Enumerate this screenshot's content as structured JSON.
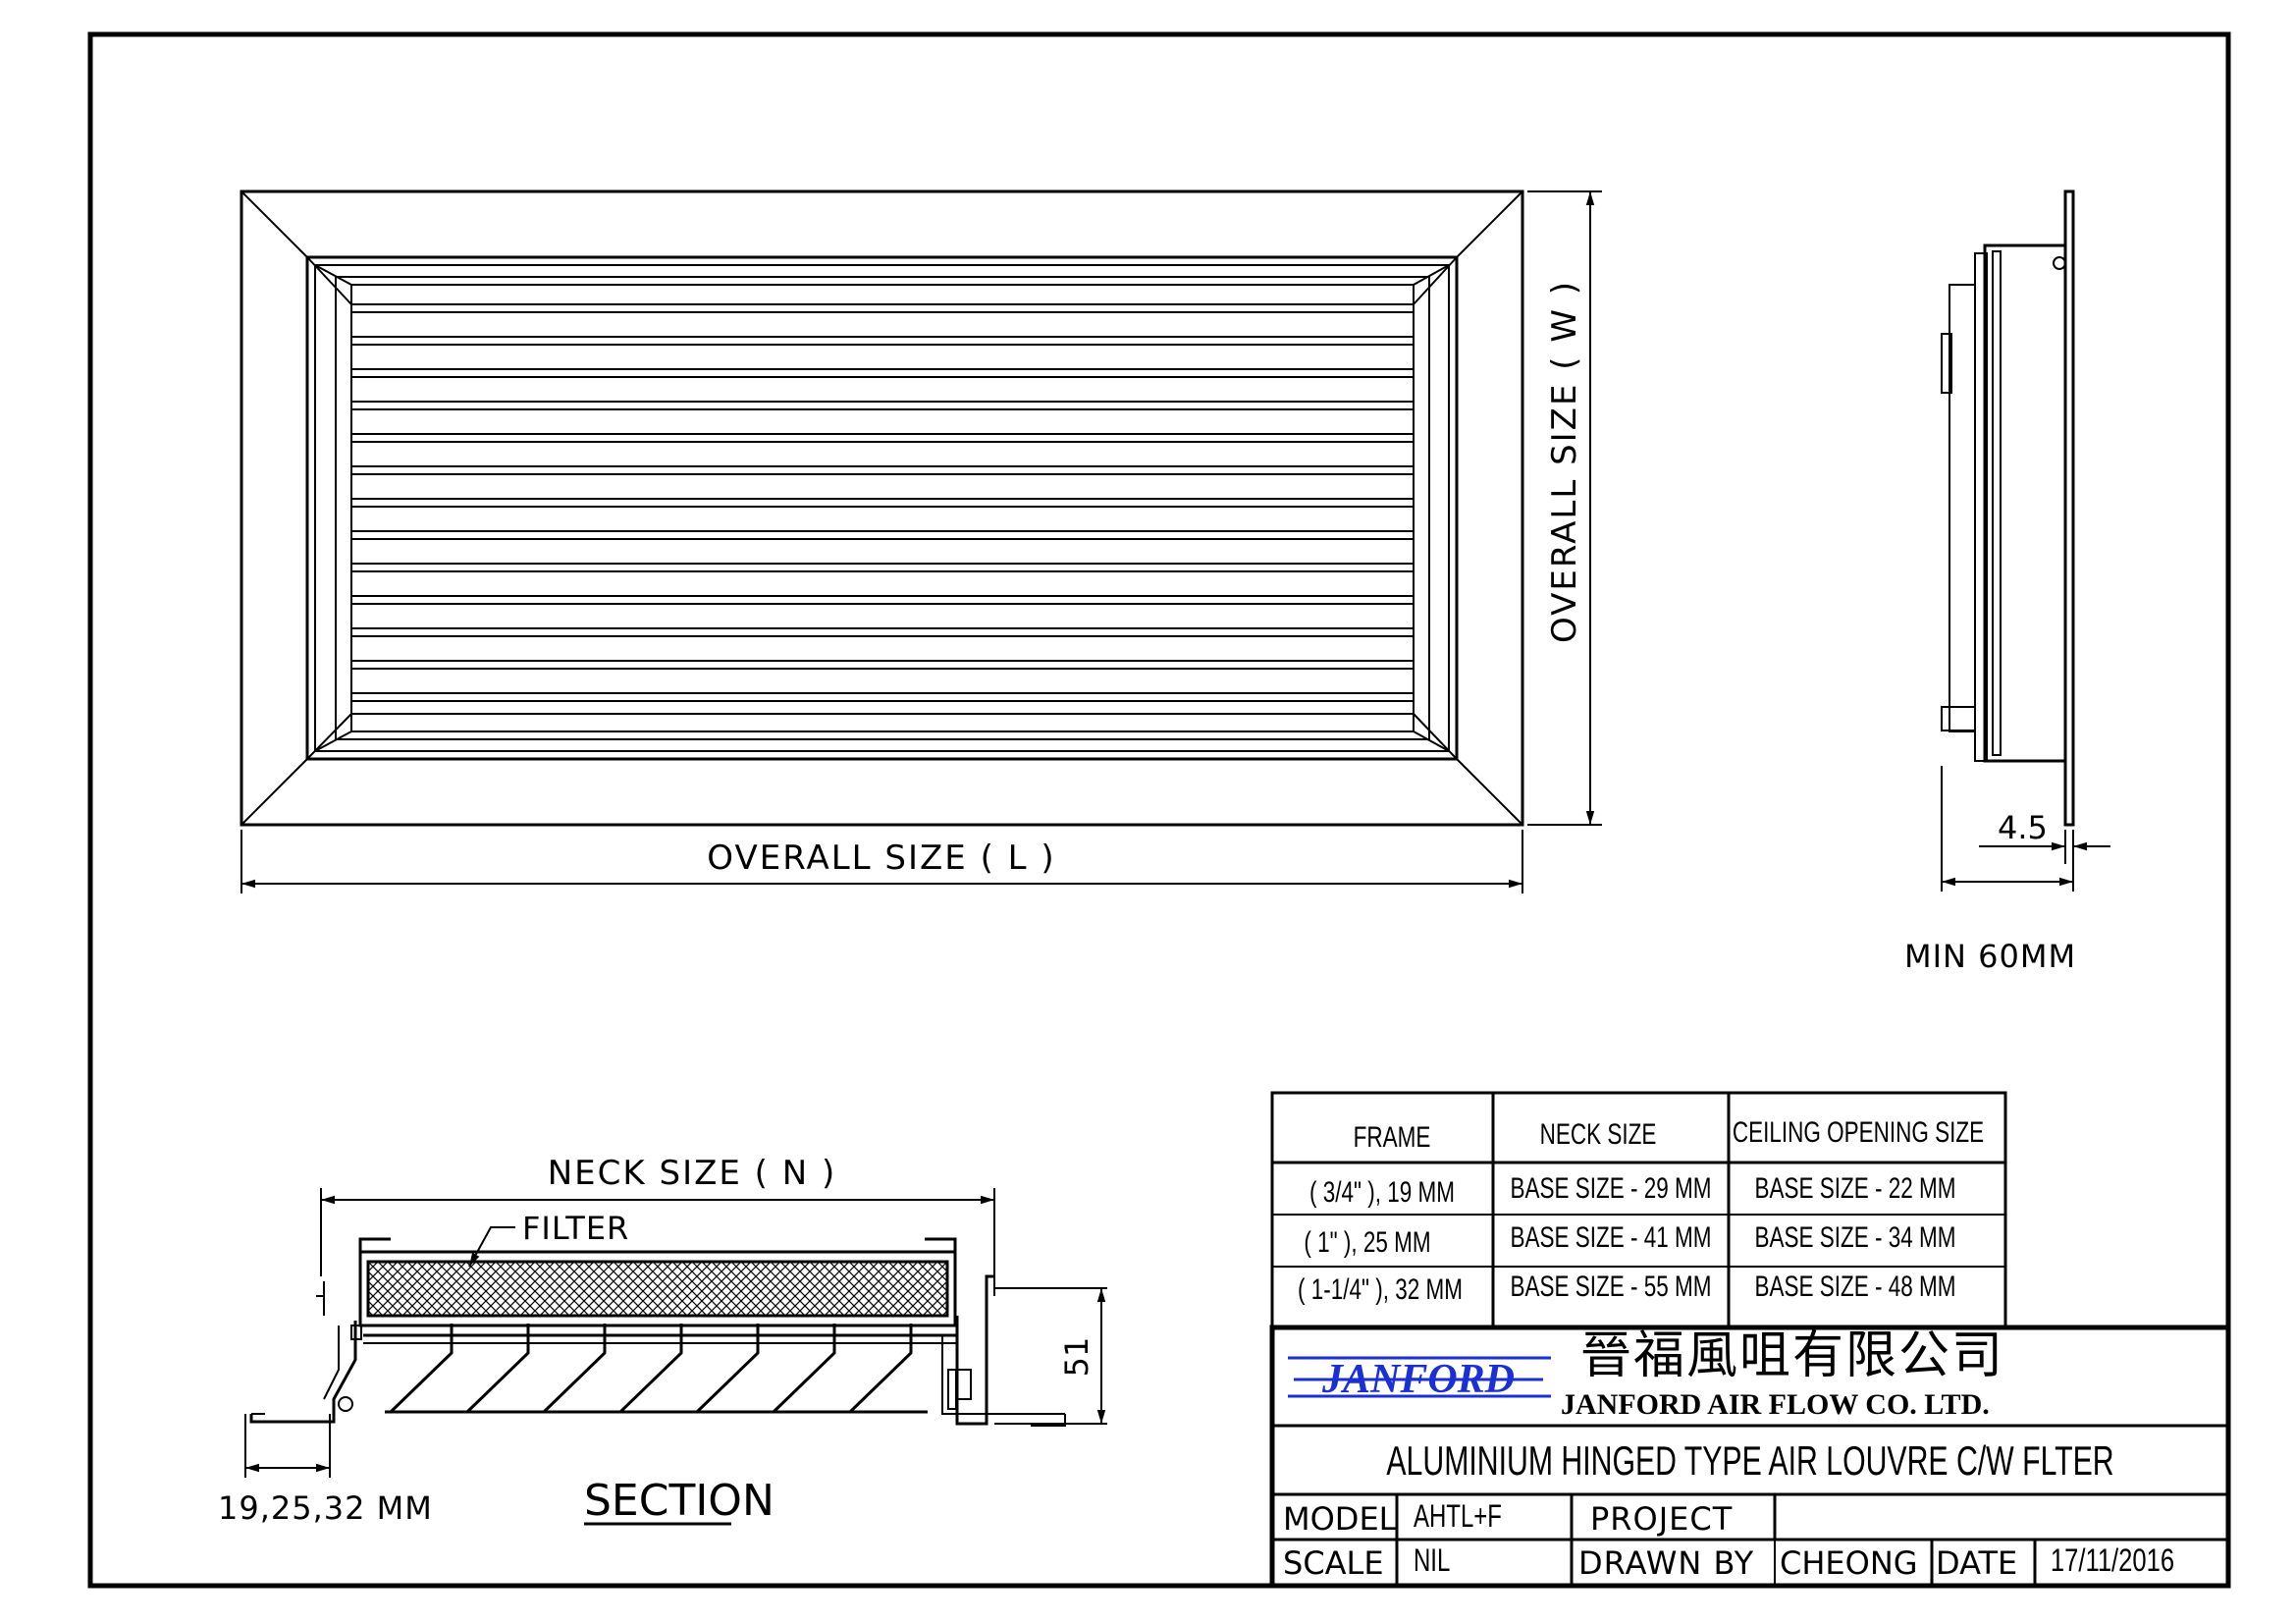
{
  "drawing": {
    "front_view": {
      "overall_length_label": "OVERALL SIZE ( L )",
      "overall_width_label": "OVERALL SIZE ( W )"
    },
    "side_view": {
      "dimension_value": "4.5",
      "min_note": "MIN 60MM"
    },
    "section_view": {
      "neck_label": "NECK SIZE ( N )",
      "filter_label": "FILTER",
      "height_dim": "51",
      "frame_dim": "19,25,32 MM",
      "section_title": "SECTION"
    }
  },
  "size_table": {
    "headers": [
      "FRAME",
      "NECK SIZE",
      "CEILING OPENING SIZE"
    ],
    "rows": [
      [
        "( 3/4\" ), 19 MM",
        "BASE SIZE - 29 MM",
        "BASE SIZE - 22 MM"
      ],
      [
        "( 1\" ), 25 MM",
        "BASE SIZE - 41 MM",
        "BASE SIZE - 34 MM"
      ],
      [
        "( 1-1/4\" ), 32 MM",
        "BASE SIZE - 55 MM",
        "BASE SIZE - 48 MM"
      ]
    ]
  },
  "title_block": {
    "logo_text": "JANFORD",
    "company_chinese": "晉福風咀有限公司",
    "company_english": "JANFORD AIR FLOW CO. LTD.",
    "drawing_title": "ALUMINIUM HINGED TYPE AIR LOUVRE C/W FLTER",
    "model_label": "MODEL",
    "model_value": "AHTL+F",
    "project_label": "PROJECT",
    "project_value": "",
    "scale_label": "SCALE",
    "scale_value": "NIL",
    "drawn_by_label": "DRAWN BY",
    "drawn_by_value": "CHEONG",
    "date_label": "DATE",
    "date_value": "17/11/2016",
    "logo_color": "#1a2fd6"
  }
}
